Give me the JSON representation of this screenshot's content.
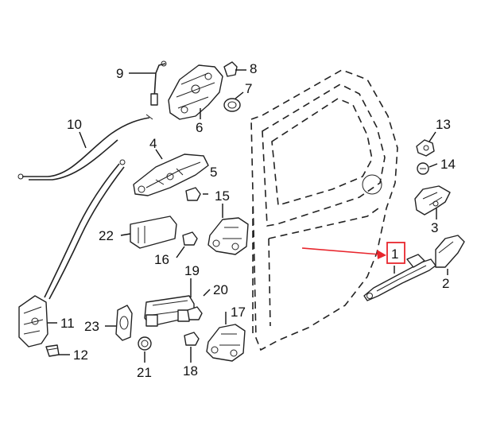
{
  "callouts": [
    {
      "id": "1",
      "label": "1"
    },
    {
      "id": "2",
      "label": "2"
    },
    {
      "id": "3",
      "label": "3"
    },
    {
      "id": "4",
      "label": "4"
    },
    {
      "id": "5",
      "label": "5"
    },
    {
      "id": "6",
      "label": "6"
    },
    {
      "id": "7",
      "label": "7"
    },
    {
      "id": "8",
      "label": "8"
    },
    {
      "id": "9",
      "label": "9"
    },
    {
      "id": "10",
      "label": "10"
    },
    {
      "id": "11",
      "label": "11"
    },
    {
      "id": "12",
      "label": "12"
    },
    {
      "id": "13",
      "label": "13"
    },
    {
      "id": "14",
      "label": "14"
    },
    {
      "id": "15",
      "label": "15"
    },
    {
      "id": "16",
      "label": "16"
    },
    {
      "id": "17",
      "label": "17"
    },
    {
      "id": "18",
      "label": "18"
    },
    {
      "id": "19",
      "label": "19"
    },
    {
      "id": "20",
      "label": "20"
    },
    {
      "id": "21",
      "label": "21"
    },
    {
      "id": "22",
      "label": "22"
    },
    {
      "id": "23",
      "label": "23"
    }
  ],
  "highlight": {
    "callout": "1",
    "box_color": "#e8262d",
    "arrow_color": "#e8262d"
  }
}
